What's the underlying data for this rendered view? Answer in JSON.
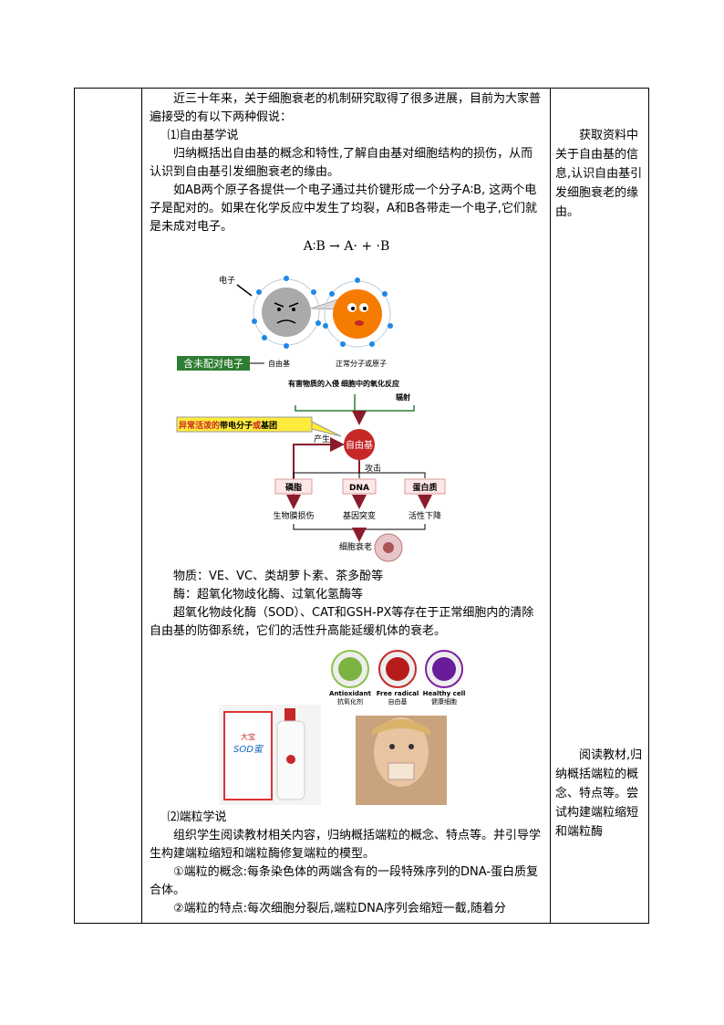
{
  "main": {
    "p1": "近三十年来，关于细胞衰老的机制研究取得了很多进展，目前为大家普遍接受的有以下两种假说：",
    "h1": "⑴自由基学说",
    "p2": "归纳概括出自由基的概念和特性,了解自由基对细胞结构的损伤，从而认识到自由基引发细胞衰老的缘由。",
    "p3": "如AB两个原子各提供一个电子通过共价键形成一个分子A∶B, 这两个电子是配对的。如果在化学反应中发生了均裂，A和B各带走一个电子,它们就是未成对电子。",
    "equation": "A∶B → A· + ·B",
    "diagram": {
      "electron_label": "电子",
      "free_radical_label": "自由基",
      "normal_label": "正常分子或原子",
      "unpaired_box": "含未配对电子",
      "cause1": "有害物质的入侵",
      "cause2": "细胞中的氧化反应",
      "cause3": "辐射",
      "callout_a": "异常活泼的",
      "callout_b": "带电分子",
      "callout_c": "或",
      "callout_d": "基团",
      "produce": "产生",
      "center": "自由基",
      "attack": "攻击",
      "t1": "磷脂",
      "t2": "DNA",
      "t3": "蛋白质",
      "r1": "生物膜损伤",
      "r2": "基因突变",
      "r3": "活性下降",
      "final": "细胞衰老"
    },
    "p4": "物质：VE、VC、类胡萝卜素、茶多酚等",
    "p5": "酶：超氧化物歧化酶、过氧化氢酶等",
    "p6": "超氧化物歧化酶（SOD）、CAT和GSH-PX等存在于正常细胞内的清除自由基的防御系统，它们的活性升高能延缓机体的衰老。",
    "fig2": {
      "c1_en": "Antioxidant",
      "c1_cn": "抗氧化剂",
      "c2_en": "Free radical",
      "c2_cn": "自由基",
      "c3_en": "Healthy cell",
      "c3_cn": "健康细胞",
      "product_brand": "大宝",
      "product_name": "SOD蜜"
    },
    "h2": "⑵端粒学说",
    "p7": "组织学生阅读教材相关内容，归纳概括端粒的概念、特点等。并引导学生构建端粒缩短和端粒酶修复端粒的模型。",
    "p8": "①端粒的概念:每条染色体的两端含有的一段特殊序列的DNA-蛋白质复合体。",
    "p9": "②端粒的特点:每次细胞分裂后,端粒DNA序列会缩短一截,随着分"
  },
  "right": {
    "n1": "获取资料中关于自由基的信息,认识自由基引发细胞衰老的缘由。",
    "n2": "阅读教材,归纳概括端粒的概念、特点等。尝试构建端粒缩短和端粒酶"
  }
}
